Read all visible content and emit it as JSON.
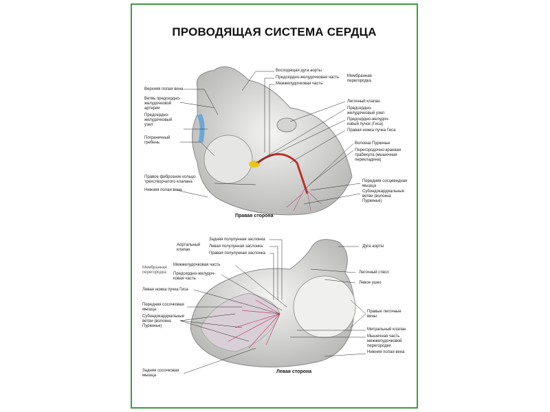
{
  "title": "ПРОВОДЯЩАЯ СИСТЕМА СЕРДЦА",
  "colors": {
    "border": "#3d9a3d",
    "node": "#e8c61a",
    "bundle": "#c0302a",
    "purkinje": "#b04a7a"
  },
  "right_side": {
    "caption": "Правая сторона",
    "labels": [
      "Восходящая дуга аорты",
      "Предсердно-желудочковая часть",
      "Межжелудочковая часть",
      "Мембранная\nперегородка",
      "Верхняя полая вена",
      "Ветвь предсердно-\nжелудочковой\nартерии",
      "Предсердно-\nжелудочковый\nузел",
      "Пограничный\nгребень",
      "Правое фиброзное кольцо\nтрехстворчатого клапана",
      "Нижняя полая вена",
      "Легочный клапан",
      "Предсердно-\nжелудочковый узел",
      "Предсердно-желудоч-\nковый пучок (Гиса)",
      "Правая ножка пучка Гиса",
      "Волокна Пуркинье",
      "Перегородочно-краевая\nтрабекула (мышечная\nперекладина)",
      "Передняя сосцевидная\nмышца",
      "Субэндокардиальные\nветви (волокна\nПуркинье)"
    ]
  },
  "left_side": {
    "caption": "Левая сторона",
    "labels": [
      "Аортальный\nклапан",
      "Задняя полулунная заслонка",
      "Левая полулунная заслонка",
      "Правая полулунная заслонка",
      "Мембранная\nперегородка",
      "Межжелудочковая часть",
      "Предсердно-желудоч-\nковая часть",
      "Левая ножка пучка Гиса",
      "Передняя сосочковая\nмышца",
      "Субэндокардиальные\nветви (волокна\nПуркинье)",
      "Задняя сосочковая\nмышца",
      "Дуга аорты",
      "Легочный ствол",
      "Левое ушко",
      "Правые легочные\nвены",
      "Митральный клапан",
      "Мышечная часть\nмежжелудочковой\nперегородки",
      "Нижняя полая вена"
    ]
  }
}
